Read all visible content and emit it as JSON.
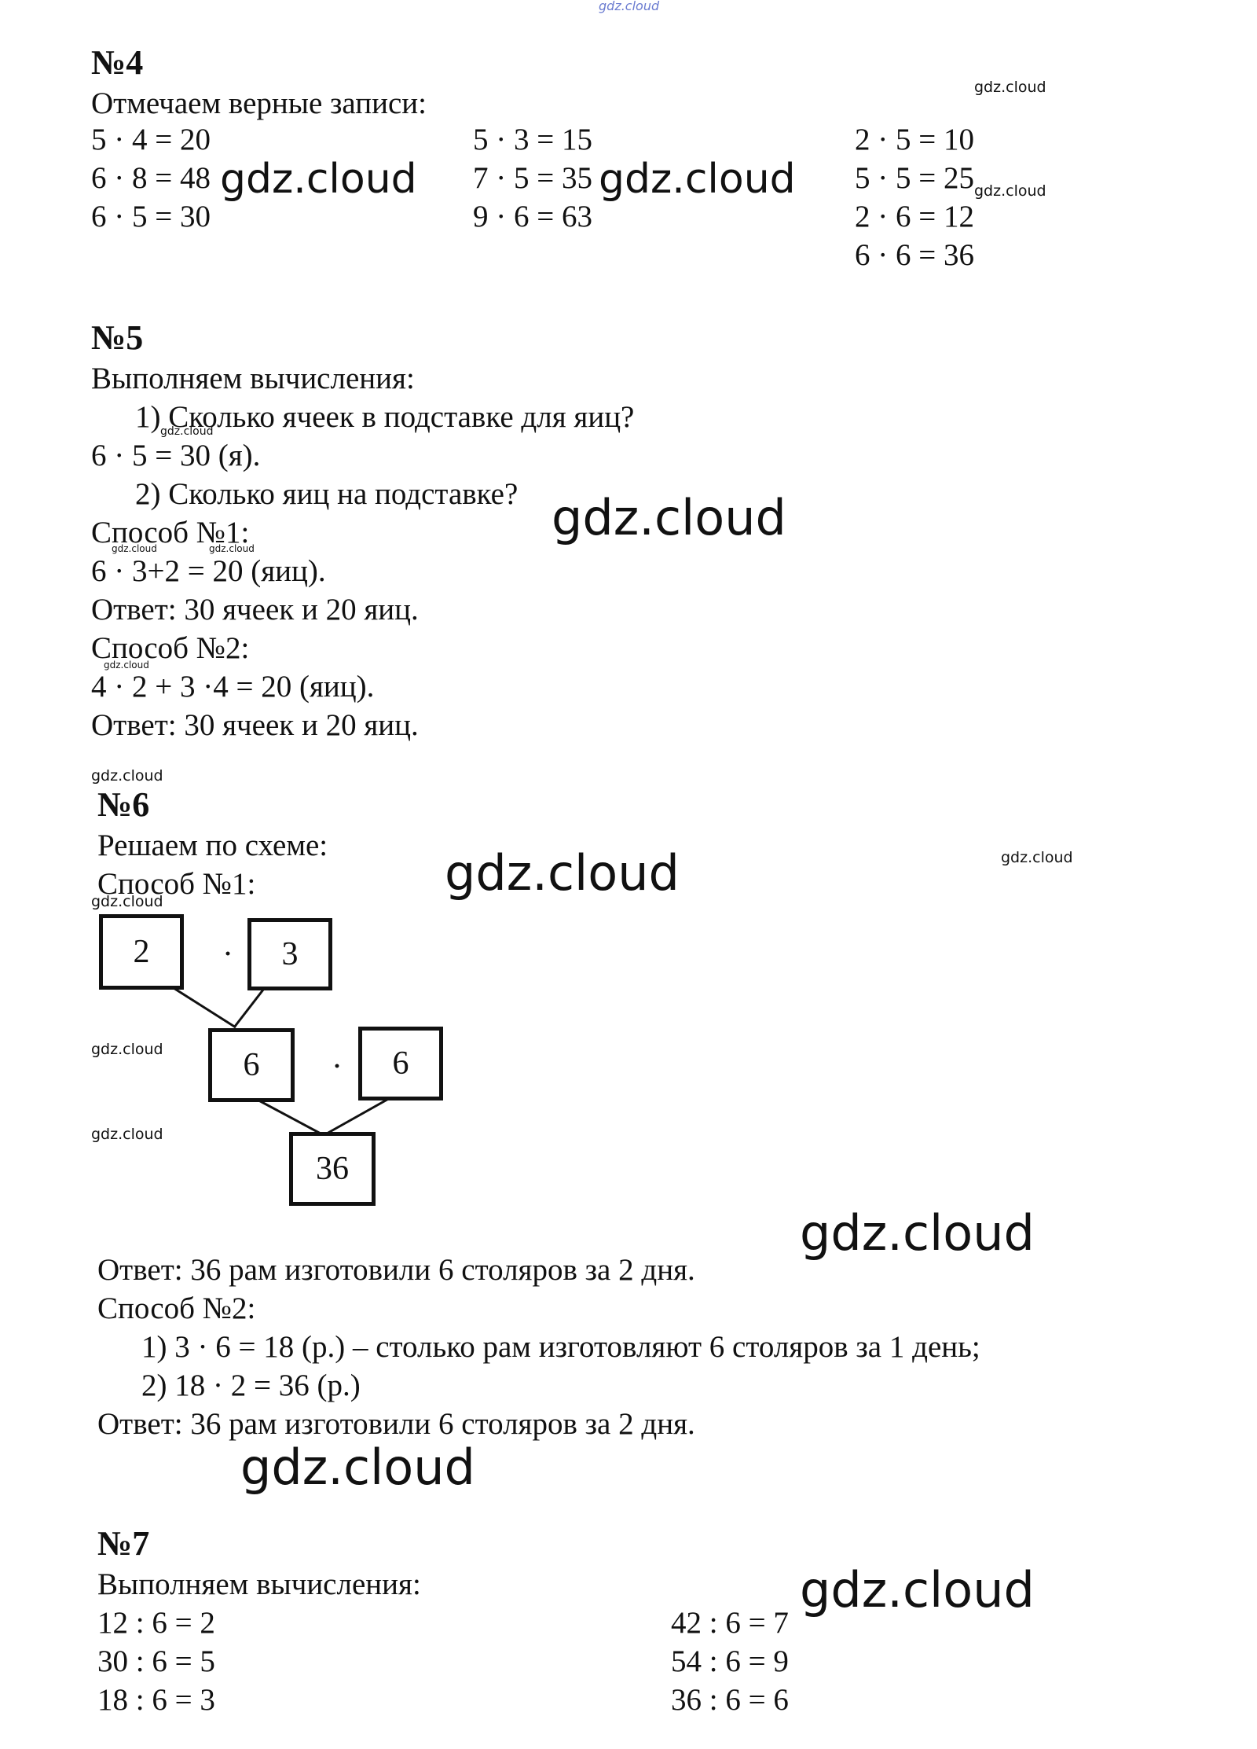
{
  "watermark": "gdz.cloud",
  "task4": {
    "title": "№4",
    "intro": "Отмечаем верные записи:",
    "col1": [
      "5 · 4 = 20",
      "6 · 8 = 48",
      "6 · 5 = 30"
    ],
    "col2": [
      "5 · 3 = 15",
      "7 · 5 = 35",
      "9 · 6 = 63"
    ],
    "col3": [
      "2 · 5 = 10",
      "5 · 5 = 25",
      "2 · 6 = 12",
      "6 · 6 = 36"
    ]
  },
  "task5": {
    "title": "№5",
    "intro": "Выполняем вычисления:",
    "q1": "1)  Сколько ячеек в подставке для яиц?",
    "calc1": "6 · 5 = 30 (я).",
    "q2": "2)  Сколько яиц на подставке?",
    "m1_label": "Способ №1:",
    "m1_calc": "6 · 3+2 = 20 (яиц).",
    "m1_answer": "Ответ: 30 ячеек и 20 яиц.",
    "m2_label": "Способ №2:",
    "m2_calc": "4 · 2 + 3 ·4 = 20 (яиц).",
    "m2_answer": "Ответ: 30 ячеек и 20 яиц."
  },
  "task6": {
    "title": "№6",
    "intro": "Решаем по схеме:",
    "m1_label": "Способ №1:",
    "scheme": {
      "row1": [
        "2",
        "3"
      ],
      "row2": [
        "6",
        "6"
      ],
      "result": "36",
      "operator": "·"
    },
    "answer1": "Ответ: 36 рам изготовили 6 столяров за 2 дня.",
    "m2_label": "Способ №2:",
    "step1": "1)  3 · 6 = 18 (р.) – столько рам изготовляют 6 столяров за 1 день;",
    "step2": "2)  18 · 2 = 36 (р.)",
    "answer2": "Ответ: 36 рам изготовили 6 столяров за 2 дня."
  },
  "task7": {
    "title": "№7",
    "intro": "Выполняем вычисления:",
    "col1": [
      "12 : 6 = 2",
      "30 : 6 = 5",
      "18 : 6 = 3"
    ],
    "col2": [
      "42 : 6 = 7",
      "54 : 6 = 9",
      "36 : 6 = 6"
    ]
  }
}
